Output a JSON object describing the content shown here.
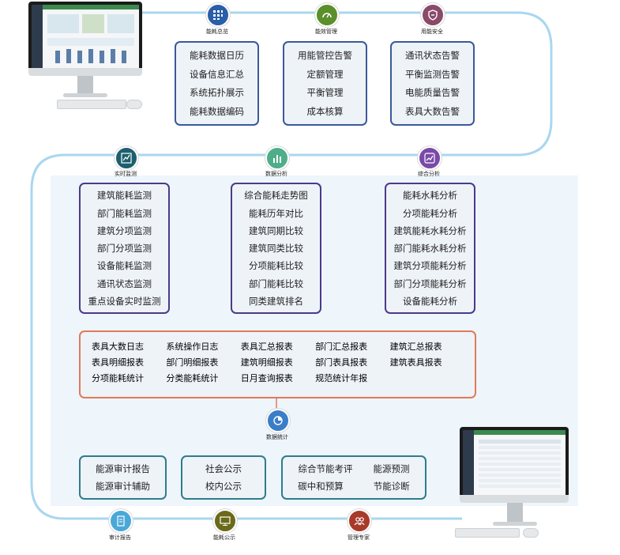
{
  "top_row": [
    {
      "caption": "能耗总览",
      "color": "#2a5ea8",
      "icon": "grid-icon",
      "items": [
        "能耗数据日历",
        "设备信息汇总",
        "系统拓扑展示",
        "能耗数据编码"
      ]
    },
    {
      "caption": "能效管理",
      "color": "#5a8f2a",
      "icon": "gauge-icon",
      "items": [
        "用能管控告警",
        "定额管理",
        "平衡管理",
        "成本核算"
      ]
    },
    {
      "caption": "用能安全",
      "color": "#8a4a6a",
      "icon": "shield-icon",
      "items": [
        "通讯状态告警",
        "平衡监测告警",
        "电能质量告警",
        "表具大数告警"
      ]
    }
  ],
  "mid_row": [
    {
      "caption": "实时监测",
      "color": "#1e5f6e",
      "icon": "line-chart-icon",
      "items": [
        "建筑能耗监测",
        "部门能耗监测",
        "建筑分项监测",
        "部门分项监测",
        "设备能耗监测",
        "通讯状态监测",
        "重点设备实时监测"
      ]
    },
    {
      "caption": "数据分析",
      "color": "#4fae8a",
      "icon": "bar-chart-icon",
      "items": [
        "综合能耗走势图",
        "能耗历年对比",
        "建筑同期比较",
        "建筑同类比较",
        "分项能耗比较",
        "部门能耗比较",
        "同类建筑排名"
      ]
    },
    {
      "caption": "综合分析",
      "color": "#7a4aa8",
      "icon": "analysis-icon",
      "items": [
        "能耗水耗分析",
        "分项能耗分析",
        "建筑能耗水耗分析",
        "部门能耗水耗分析",
        "建筑分项能耗分析",
        "部门分项能耗分析",
        "设备能耗分析"
      ]
    }
  ],
  "reports": {
    "caption": "数据统计",
    "color": "#3a7ec8",
    "icon": "pie-chart-icon",
    "items": [
      "表具大数日志",
      "系统操作日志",
      "表具汇总报表",
      "部门汇总报表",
      "建筑汇总报表",
      "表具明细报表",
      "部门明细报表",
      "建筑明细报表",
      "部门表具报表",
      "建筑表具报表",
      "分项能耗统计",
      "分类能耗统计",
      "日月查询报表",
      "规范统计年报"
    ]
  },
  "bottom_row": [
    {
      "caption": "审计报告",
      "color": "#4aa8d8",
      "icon": "document-icon",
      "items": [
        "能源审计报告",
        "能源审计辅助"
      ]
    },
    {
      "caption": "能耗公示",
      "color": "#6a6a1a",
      "icon": "monitor-icon",
      "items": [
        "社会公示",
        "校内公示"
      ]
    },
    {
      "caption": "管理专家",
      "color": "#a83a2a",
      "icon": "experts-icon",
      "items": [
        "综合节能考评",
        "能源预测",
        "碳中和预算",
        "节能诊断"
      ]
    }
  ]
}
